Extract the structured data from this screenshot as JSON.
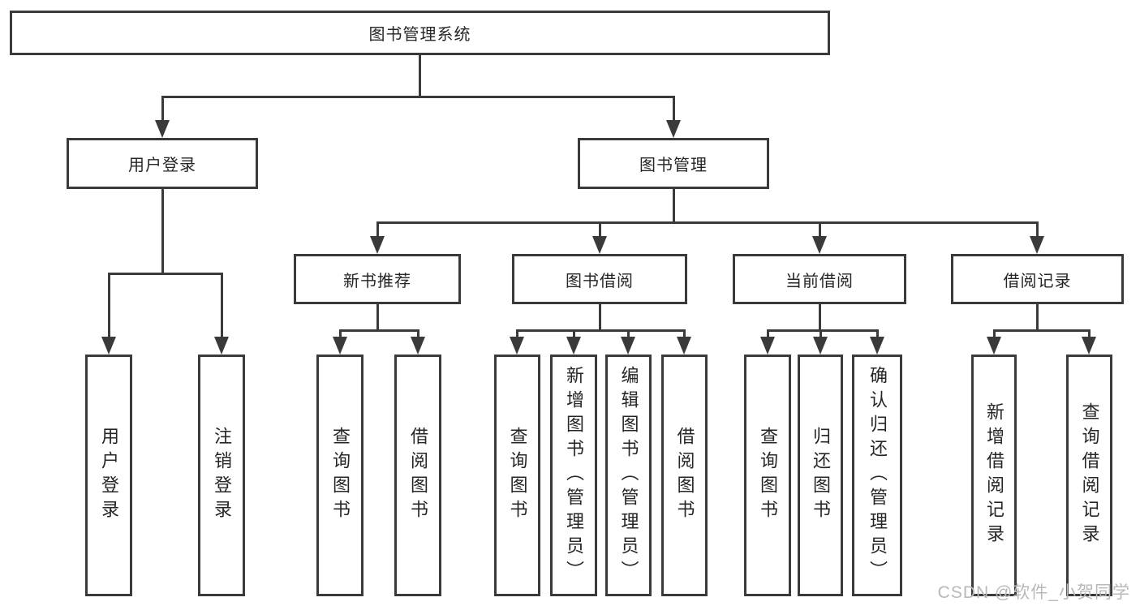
{
  "colors": {
    "line": "#3a3a3a",
    "text": "#262626",
    "watermark": "#b8b8b8"
  },
  "watermark": "CSDN @软件_小贺同学",
  "nodes": {
    "root": {
      "label": "图书管理系统"
    },
    "user_login": {
      "label": "用户登录",
      "children": [
        {
          "label": "用户登录"
        },
        {
          "label": "注销登录"
        }
      ]
    },
    "book_mgmt": {
      "label": "图书管理",
      "children": [
        {
          "label": "新书推荐",
          "children": [
            {
              "label": "查询图书"
            },
            {
              "label": "借阅图书"
            }
          ]
        },
        {
          "label": "图书借阅",
          "children": [
            {
              "label": "查询图书"
            },
            {
              "label": "新增图书（管理员）"
            },
            {
              "label": "编辑图书（管理员）"
            },
            {
              "label": "借阅图书"
            }
          ]
        },
        {
          "label": "当前借阅",
          "children": [
            {
              "label": "查询图书"
            },
            {
              "label": "归还图书"
            },
            {
              "label": "确认归还（管理员）"
            }
          ]
        },
        {
          "label": "借阅记录",
          "children": [
            {
              "label": "新增借阅记录"
            },
            {
              "label": "查询借阅记录"
            }
          ]
        }
      ]
    }
  }
}
